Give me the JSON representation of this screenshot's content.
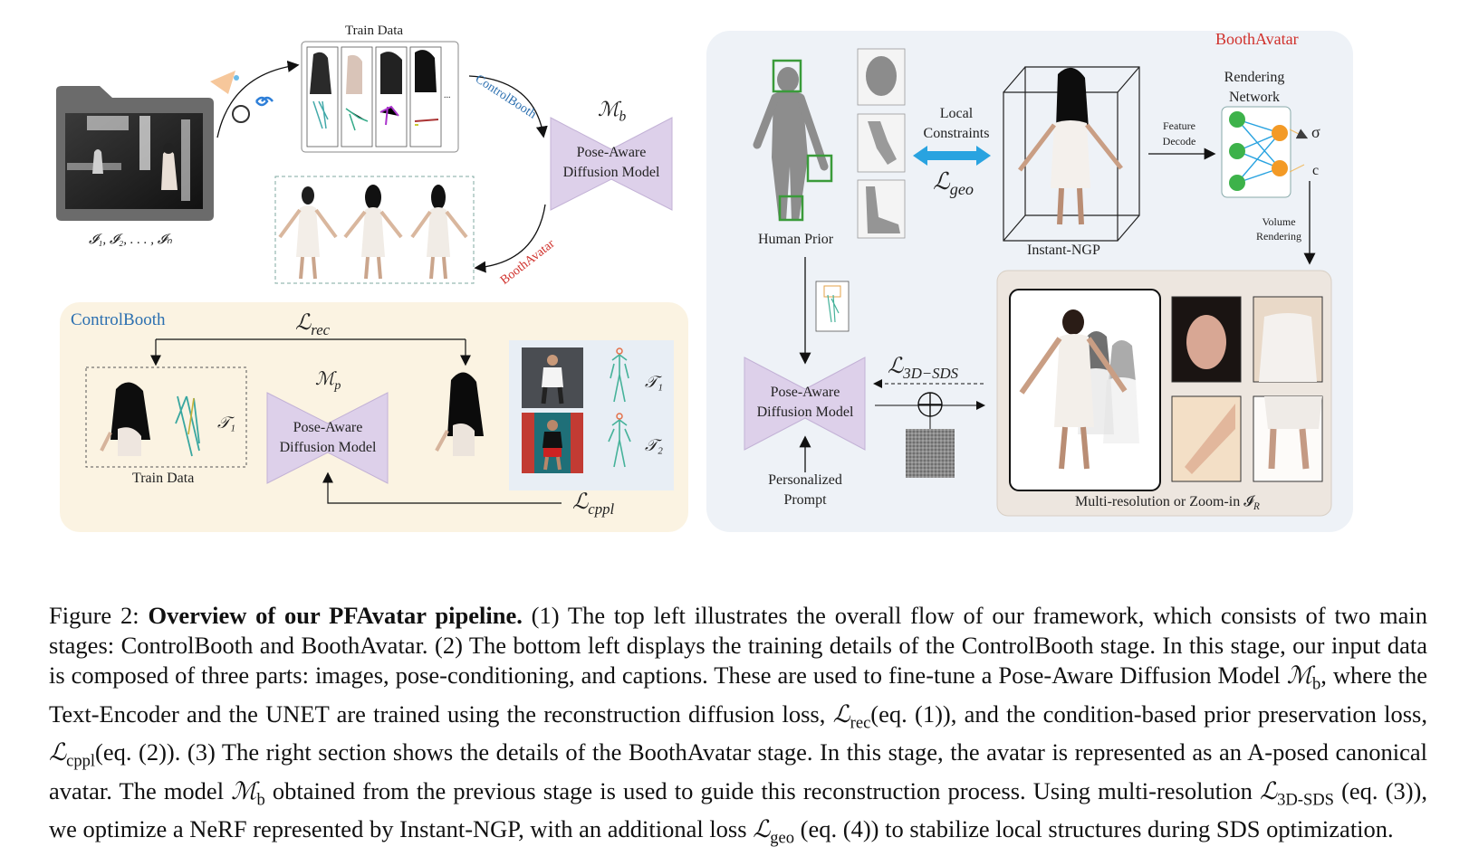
{
  "figure": {
    "top_left": {
      "train_data_label": "Train Data",
      "controlbooth_arrow_label": "ControlBooth",
      "boothavatar_arrow_label": "BoothAvatar",
      "model_symbol": "ℳ",
      "model_sub": "b",
      "model_line1": "Pose-Aware",
      "model_line2": "Diffusion Model",
      "inputs_label": "𝓘₁, 𝓘₂, . . . , 𝓘ₙ",
      "ellipsis": "..."
    },
    "controlbooth_panel": {
      "title": "ControlBooth",
      "loss_rec": "ℒ",
      "loss_rec_sub": "rec",
      "model_symbol": "ℳ",
      "model_sub": "p",
      "model_line1": "Pose-Aware",
      "model_line2": "Diffusion Model",
      "train_data_label": "Train Data",
      "pose_label": "𝒯₁",
      "loss_cppl": "ℒ",
      "loss_cppl_sub": "cppl",
      "prior_pose1": "𝒯₁",
      "prior_pose2": "𝒯₂"
    },
    "boothavatar_panel": {
      "title": "BoothAvatar",
      "human_prior_label": "Human Prior",
      "local_constraints_line1": "Local",
      "local_constraints_line2": "Constraints",
      "loss_geo": "ℒ",
      "loss_geo_sub": "geo",
      "instant_ngp_label": "Instant-NGP",
      "feature_decode_line1": "Feature",
      "feature_decode_line2": "Decode",
      "rendering_network_line1": "Rendering",
      "rendering_network_line2": "Network",
      "sigma": "σ",
      "color": "c",
      "volume_rendering_line1": "Volume",
      "volume_rendering_line2": "Rendering",
      "model_line1": "Pose-Aware",
      "model_line2": "Diffusion Model",
      "loss_sds": "ℒ",
      "loss_sds_sub": "3D−SDS",
      "prompt_line1": "Personalized",
      "prompt_line2": "Prompt",
      "multires_label": "Multi-resolution or Zoom-in 𝓘",
      "multires_sub": "R"
    }
  },
  "caption": {
    "fig_no": "Figure 2:",
    "title": "Overview of our PFAvatar pipeline.",
    "p1": " (1) The top left illustrates the overall flow of our framework, which consists of two main stages: ControlBooth and BoothAvatar. (2) The bottom left displays the training details of the ControlBooth stage. In this stage, our input data is composed of three parts: images, pose-conditioning, and captions. These are used to fine-tune a Pose-Aware Diffusion Model ",
    "m_b": "ℳ",
    "b": "b",
    "p2": ", where the Text-Encoder and the UNET are trained using the reconstruction diffusion loss, ",
    "l": "ℒ",
    "rec": "rec",
    "p3": "(eq. (1)), and the condition-based prior preservation loss, ",
    "cppl": "cppl",
    "p4": "(eq. (2)). (3) The right section shows the details of the BoothAvatar stage. In this stage, the avatar is represented as an A-posed canonical avatar. The model ",
    "p5": " obtained from the previous stage is used to guide this reconstruction process. Using multi-resolution ",
    "sds": "3D-SDS",
    "p6": " (eq. (3)), we optimize a NeRF represented by Instant-NGP, with an additional loss ",
    "geo": "geo",
    "p7": " (eq. (4)) to stabilize local structures during SDS optimization."
  },
  "colors": {
    "controlbooth_bg": "#fbf3e2",
    "boothavatar_bg": "#eef2f7",
    "diffusion_model": "#ddd0ea",
    "controlbooth_text": "#2b6fb0",
    "boothavatar_text": "#d0302b",
    "arrow_blue": "#29a3e0",
    "box_green": "#3a9b3a",
    "node_green": "#3db24a",
    "node_orange": "#f39a26"
  }
}
